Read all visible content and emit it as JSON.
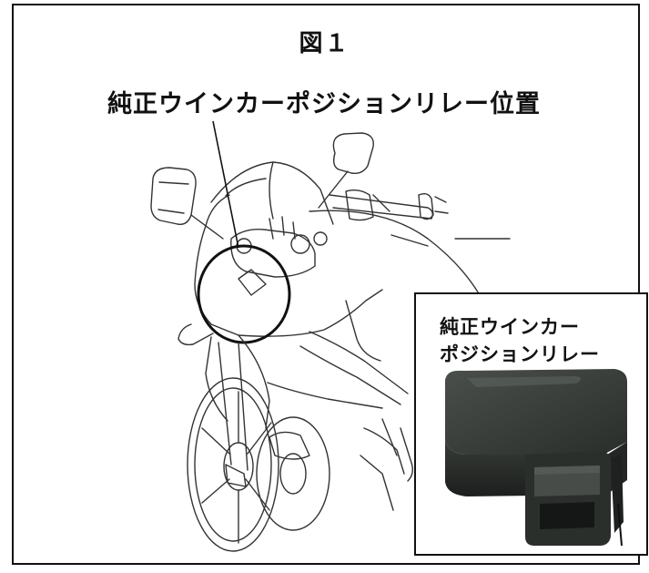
{
  "figure": {
    "title": "図１",
    "callout_label": "純正ウインカーポジションリレー位置"
  },
  "inset": {
    "label_line1": "純正ウインカー",
    "label_line2": "ポジションリレー"
  }
}
